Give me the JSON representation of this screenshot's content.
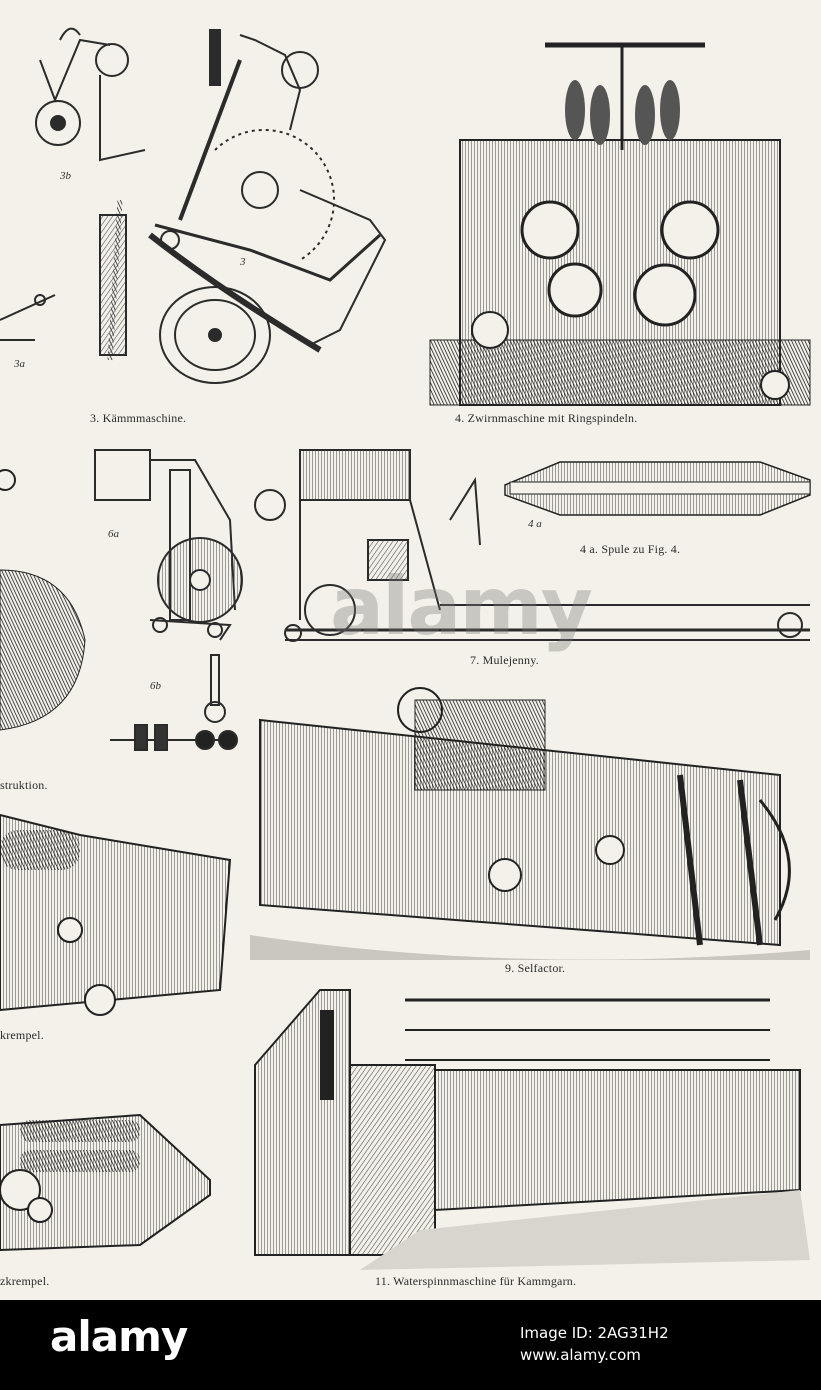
{
  "captions": {
    "fig3": "3. Kämmmaschine.",
    "fig4": "4. Zwirnmaschine mit Ringspindeln.",
    "fig4a": "4 a. Spule zu Fig. 4.",
    "fig6_partial": "struktion.",
    "fig7": "7. Mulejenny.",
    "fig9": "9. Selfactor.",
    "fig_left_krempel": "krempel.",
    "fig11": "11. Waterspinnmaschine für Kammgarn.",
    "fig_left_zkrempel": "zkrempel."
  },
  "figure_labels": {
    "l3b": "3b",
    "l3": "3",
    "l3a": "3a",
    "l6a": "6a",
    "l6b": "6b",
    "l4a": "4 a"
  },
  "watermark": {
    "brand": "alamy",
    "text": "alamy"
  },
  "footer": {
    "brand": "alamy",
    "image_id_line1": "Image ID: 2AG31H2",
    "image_id_line2": "www.alamy.com"
  },
  "colors": {
    "paper": "#f3f1ea",
    "ink": "#2b2b2b",
    "footer_bg": "#000000"
  }
}
